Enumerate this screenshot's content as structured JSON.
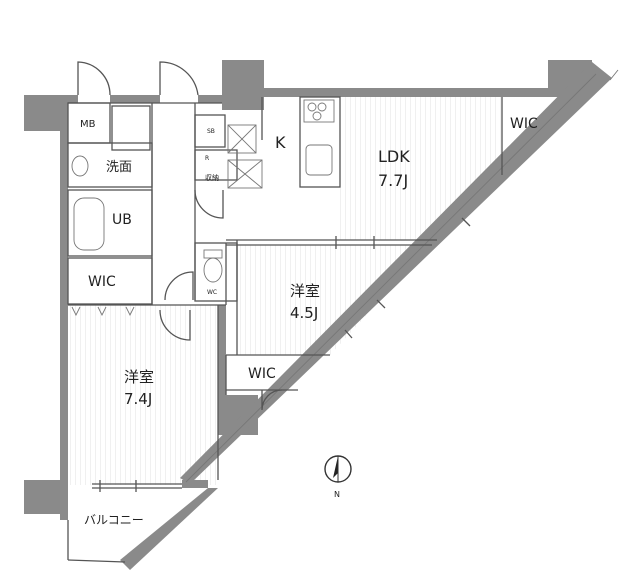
{
  "rooms": {
    "ldk": {
      "name": "LDK",
      "size": "7.7J"
    },
    "western1": {
      "name": "洋室",
      "size": "4.5J"
    },
    "western2": {
      "name": "洋室",
      "size": "7.4J"
    },
    "kitchen": {
      "name": "K"
    },
    "wic_ldk": {
      "name": "WIC"
    },
    "wic_mid": {
      "name": "WIC"
    },
    "wic_left": {
      "name": "WIC"
    },
    "washroom": {
      "name": "洗面"
    },
    "bath": {
      "name": "UB"
    },
    "meterbox": {
      "name": "MB"
    },
    "shoebox": {
      "name": "SB"
    },
    "storage": {
      "name": "収納"
    },
    "toilet_wc": {
      "name": "WC"
    },
    "fridge": {
      "name": "R"
    },
    "balcony": {
      "name": "バルコニー"
    }
  },
  "compass": {
    "label": "N"
  },
  "colors": {
    "wall": "#8a8a8a",
    "floor_line": "#dcdcdc",
    "line": "#555555"
  }
}
